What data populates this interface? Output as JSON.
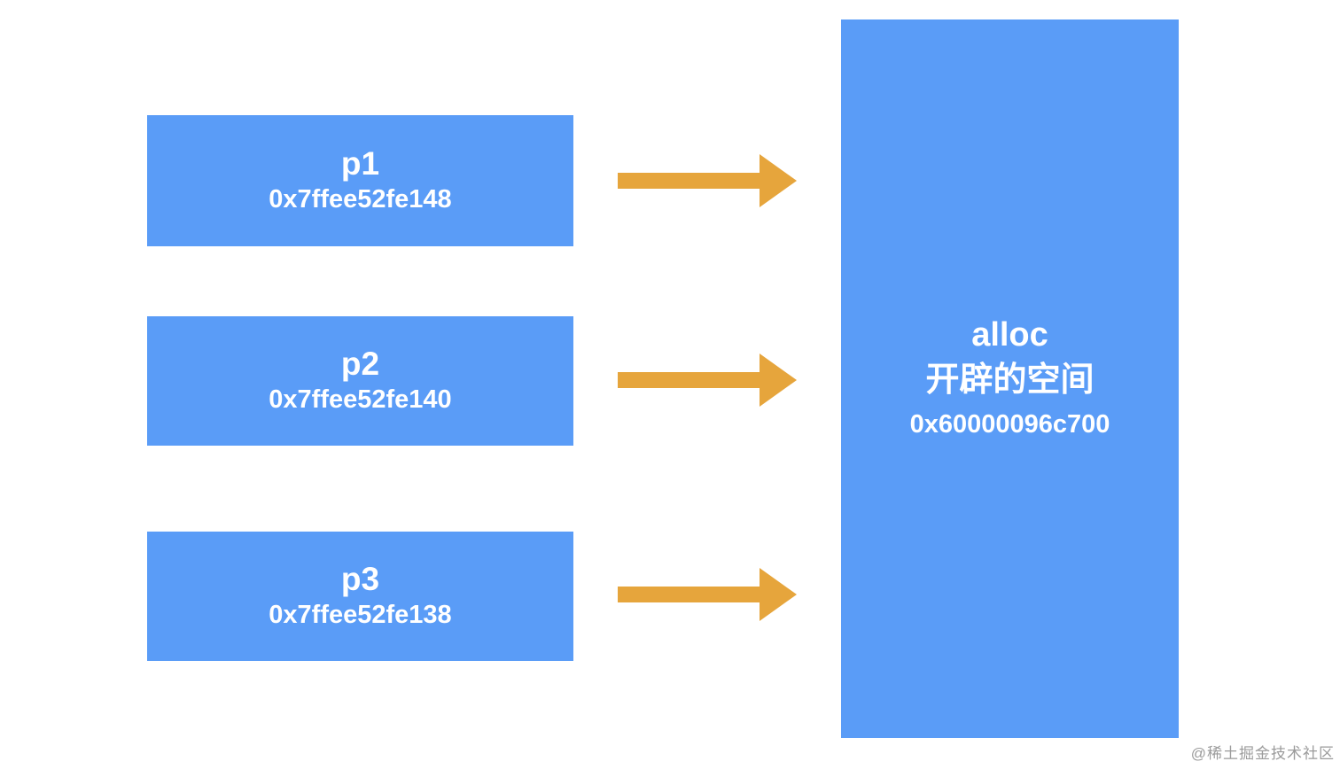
{
  "colors": {
    "box_blue": "#5a9cf7",
    "arrow_orange": "#e6a53c",
    "text_white": "#ffffff",
    "watermark_gray": "#9b9b9b",
    "background": "#ffffff"
  },
  "diagram": {
    "pointers": [
      {
        "name": "p1",
        "address": "0x7ffee52fe148"
      },
      {
        "name": "p2",
        "address": "0x7ffee52fe140"
      },
      {
        "name": "p3",
        "address": "0x7ffee52fe138"
      }
    ],
    "alloc": {
      "title": "alloc",
      "subtitle": "开辟的空间",
      "address": "0x60000096c700"
    },
    "watermark": "@稀土掘金技术社区"
  }
}
